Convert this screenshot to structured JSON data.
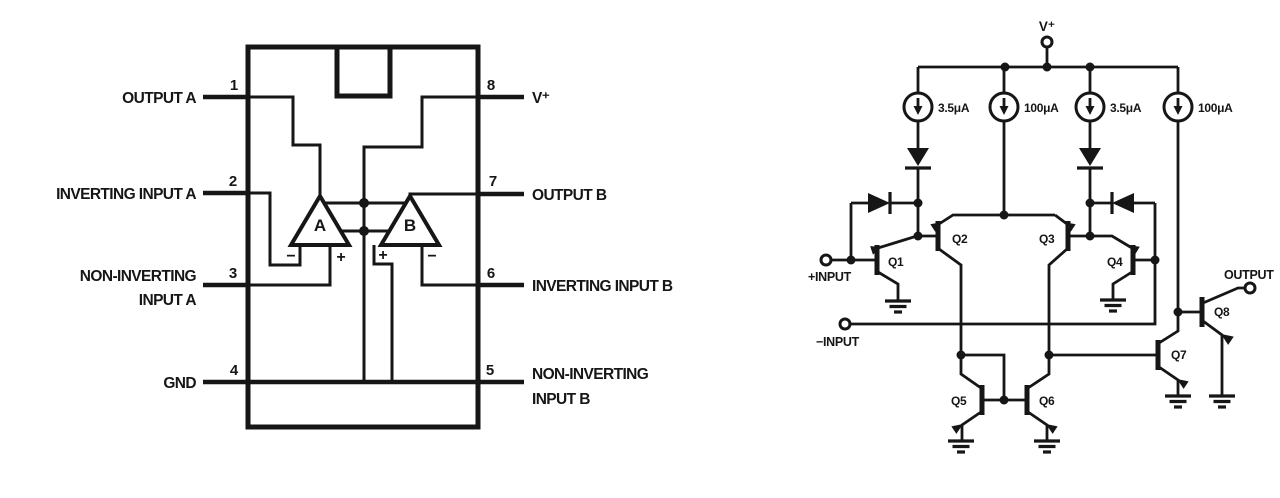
{
  "left": {
    "pins": [
      {
        "num": "1",
        "label": "OUTPUT A"
      },
      {
        "num": "2",
        "label": "INVERTING INPUT A"
      },
      {
        "num": "3",
        "label": "NON-INVERTING",
        "label2": "INPUT A"
      },
      {
        "num": "4",
        "label": "GND"
      },
      {
        "num": "5",
        "label": "NON-INVERTING",
        "label2": "INPUT B"
      },
      {
        "num": "6",
        "label": "INVERTING INPUT B"
      },
      {
        "num": "7",
        "label": "OUTPUT B"
      },
      {
        "num": "8",
        "label": "V⁺"
      }
    ],
    "amp_a": {
      "letter": "A",
      "inv_sign": "−",
      "noninv_sign": "+"
    },
    "amp_b": {
      "letter": "B",
      "inv_sign": "−",
      "noninv_sign": "+"
    }
  },
  "right": {
    "supply": "V⁺",
    "sources": [
      {
        "value": "3.5μA"
      },
      {
        "value": "100μA"
      },
      {
        "value": "3.5μA"
      },
      {
        "value": "100μA"
      }
    ],
    "transistors": [
      {
        "name": "Q1"
      },
      {
        "name": "Q2"
      },
      {
        "name": "Q3"
      },
      {
        "name": "Q4"
      },
      {
        "name": "Q5"
      },
      {
        "name": "Q6"
      },
      {
        "name": "Q7"
      },
      {
        "name": "Q8"
      }
    ],
    "terminals": {
      "pos": "+INPUT",
      "neg": "−INPUT",
      "out": "OUTPUT"
    }
  },
  "colors": {
    "ink": "#161616",
    "background": "#ffffff"
  }
}
